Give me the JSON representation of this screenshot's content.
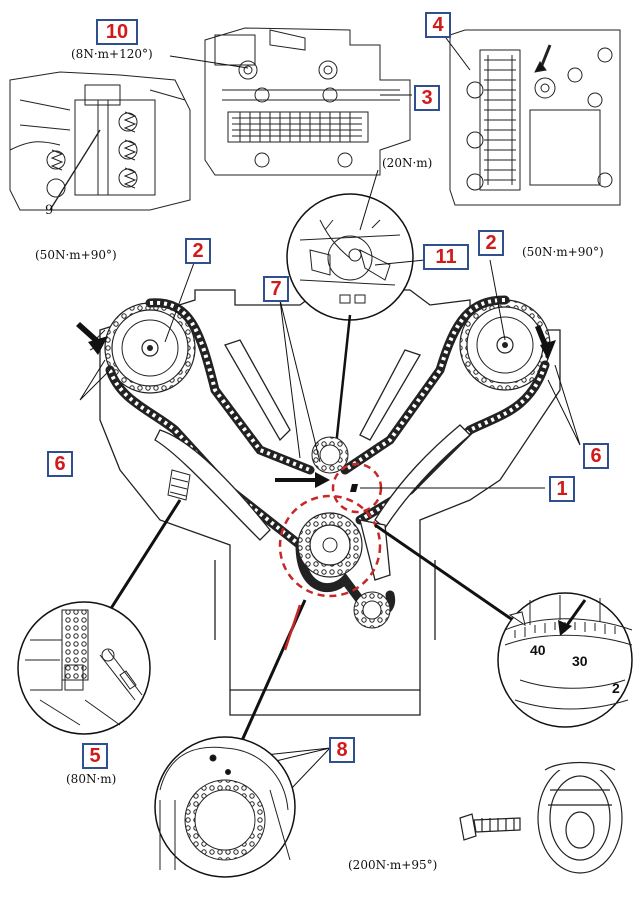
{
  "callouts": {
    "c1": "1",
    "c2_left": "2",
    "c2_right": "2",
    "c3": "3",
    "c4": "4",
    "c5": "5",
    "c6_left": "6",
    "c6_right": "6",
    "c7": "7",
    "c8": "8",
    "c10": "10",
    "c11": "11"
  },
  "torque": {
    "t10": "(8N·m+120°)",
    "t11": "(20N·m)",
    "t2_left": "(50N·m+90°)",
    "t2_right": "(50N·m+90°)",
    "t5": "(80N·m)",
    "t_crank": "(200N·m+95°)"
  },
  "plain_labels": {
    "nine": "9"
  },
  "degree_scale": {
    "a": "40",
    "b": "30",
    "c": "2"
  },
  "colors": {
    "callout_text": "#d11a1a",
    "callout_border": "#2f4f8f",
    "dashed_circle": "#c62828",
    "line": "#111111"
  }
}
